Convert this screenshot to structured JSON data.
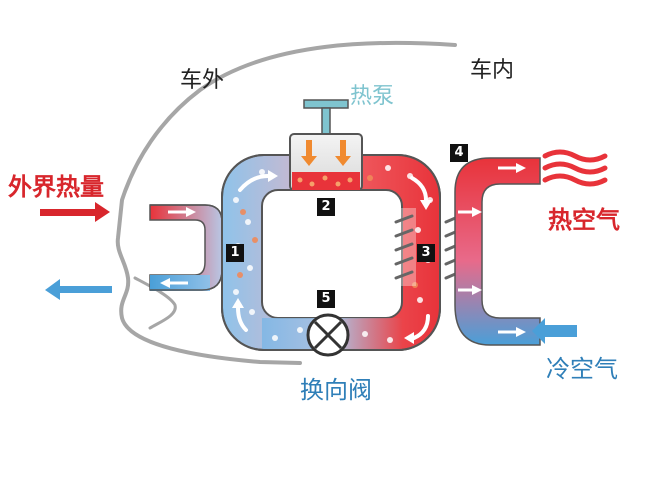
{
  "labels": {
    "outside": "车外",
    "inside": "车内",
    "heat_pump": "热泵",
    "outside_heat": "外界热量",
    "hot_air": "热空气",
    "cold_air": "冷空气",
    "reversing_valve": "换向阀"
  },
  "markers": [
    "1",
    "2",
    "3",
    "4",
    "5"
  ],
  "colors": {
    "hot": "#e8333a",
    "cold": "#4a9fd8",
    "outline": "#555555",
    "label_red": "#d8262c",
    "label_blue": "#2f7fb8",
    "label_teal": "#7fc4cf"
  },
  "icons": [
    "arrow-right-icon",
    "arrow-left-icon",
    "heat-wave-icon",
    "valve-x-icon",
    "pump-icon"
  ]
}
